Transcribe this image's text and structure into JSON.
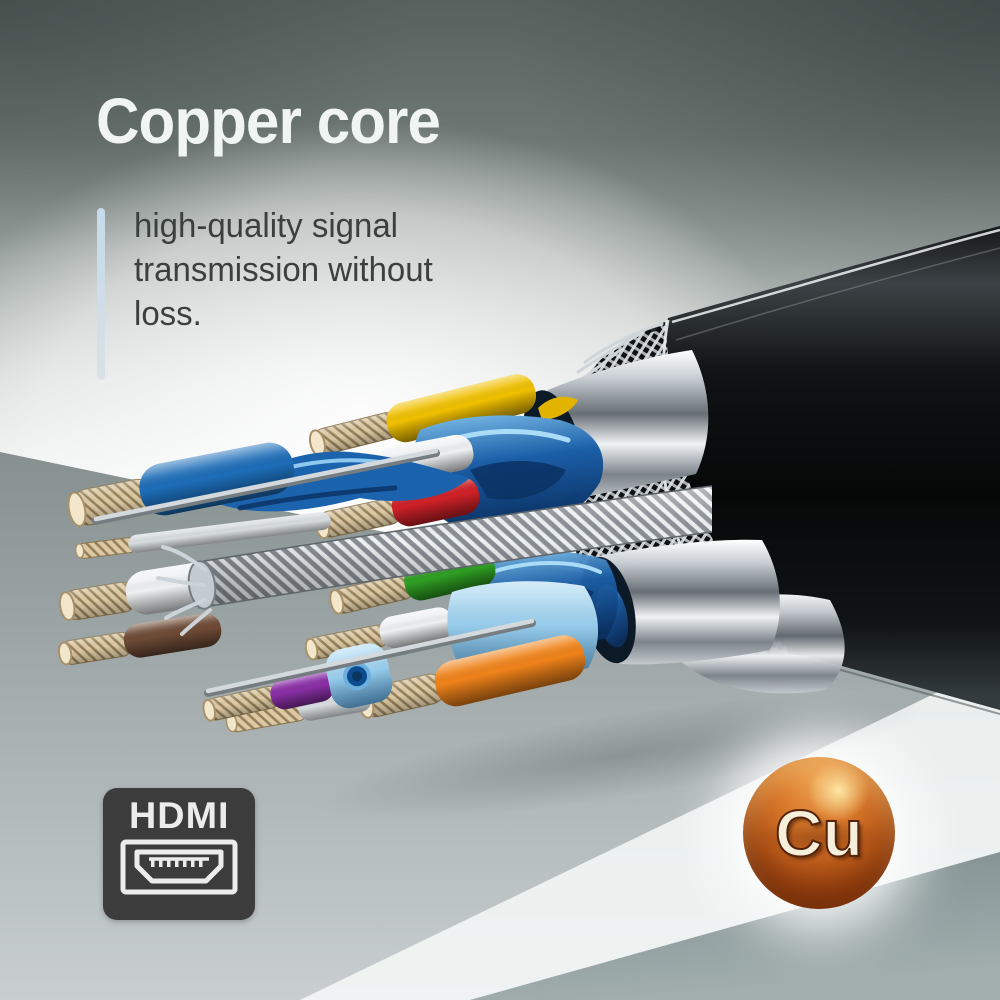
{
  "headline": "Copper core",
  "subtitle": {
    "line1": "high-quality signal",
    "line2": "transmission without",
    "line3": "loss."
  },
  "badges": {
    "hdmi_label": "HDMI",
    "cu_label": "Cu"
  },
  "colors": {
    "background_top": "#57615e",
    "background_light": "#fbfcfc",
    "floor_gray": "#8a9495",
    "floor_teal": "#7e8e8f",
    "headline_text": "#f0f4f3",
    "body_text": "#3b403f",
    "accent_bar": "#c6dcea",
    "hdmi_badge_bg": "#3c3c3c",
    "hdmi_badge_fg": "#ececec",
    "cu_sphere": "#c0601d",
    "cu_text": "#f6efdc",
    "jacket_black": "#0d1011",
    "braid_silver": "#dde2e6",
    "foil_silver": "#c9cfd4",
    "copper_strand": "#dcc9a4",
    "steel_strand": "#eef1f3",
    "foil_blue": "#1b62ae",
    "foil_pale_blue": "#a7d2ec",
    "wire_yellow": "#f0c000",
    "wire_blue": "#1d6db8",
    "wire_red": "#cf2128",
    "wire_green": "#2f9e23",
    "wire_orange": "#f0831a",
    "wire_purple": "#8a2fa6",
    "wire_brown": "#6e4b36",
    "wire_white": "#eef0f2",
    "wire_silver": "#d7dcdf"
  },
  "illustration": {
    "wire_colors": [
      "yellow",
      "white",
      "red",
      "blue",
      "green",
      "orange",
      "purple",
      "brown"
    ]
  }
}
